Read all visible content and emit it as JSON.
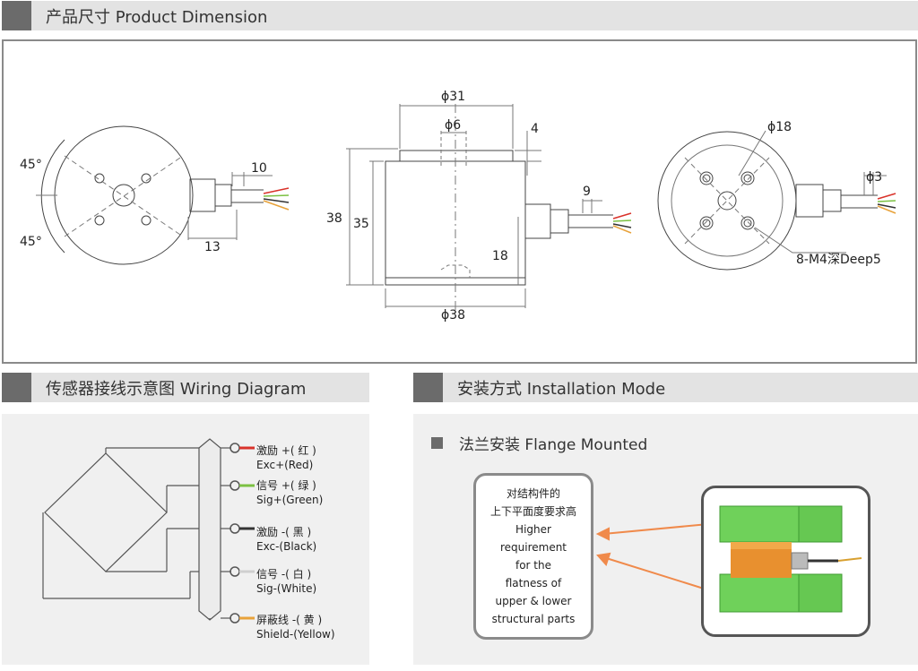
{
  "sections": {
    "dimension": "产品尺寸 Product Dimension",
    "wiring": "传感器接线示意图 Wiring Diagram",
    "installation": "安装方式 Installation Mode"
  },
  "dimensions": {
    "deg_top": "45°",
    "deg_bottom": "45°",
    "left_cable": "10",
    "left_offset": "13",
    "dia_top": "ϕ31",
    "dia_hole": "ϕ6",
    "step": "4",
    "height_total": "38",
    "height_body": "35",
    "cable_front": "9",
    "cable_height": "18",
    "dia_base": "ϕ38",
    "dia_pcd": "ϕ18",
    "dia_cable": "ϕ3",
    "thread": "8-M4深Deep5"
  },
  "wiring": {
    "wires": [
      {
        "cn": "激励 +( 红 )",
        "en": "Exc+(Red)",
        "color": "#d9322a"
      },
      {
        "cn": "信号 +( 绿 )",
        "en": "Sig+(Green)",
        "color": "#7cc142"
      },
      {
        "cn": "激励 -( 黑 )",
        "en": "Exc-(Black)",
        "color": "#333333"
      },
      {
        "cn": "信号 -( 白 )",
        "en": "Sig-(White)",
        "color": "#f2f2f2"
      },
      {
        "cn": "屏蔽线 -( 黄 )",
        "en": "Shield-(Yellow)",
        "color": "#e8a23a"
      }
    ]
  },
  "installation": {
    "mode": "法兰安装 Flange Mounted",
    "note_lines": [
      "对结构件的",
      "上下平面度要求高",
      "Higher",
      "requirement",
      "for the",
      "flatness of",
      "upper & lower",
      "structural parts"
    ]
  }
}
